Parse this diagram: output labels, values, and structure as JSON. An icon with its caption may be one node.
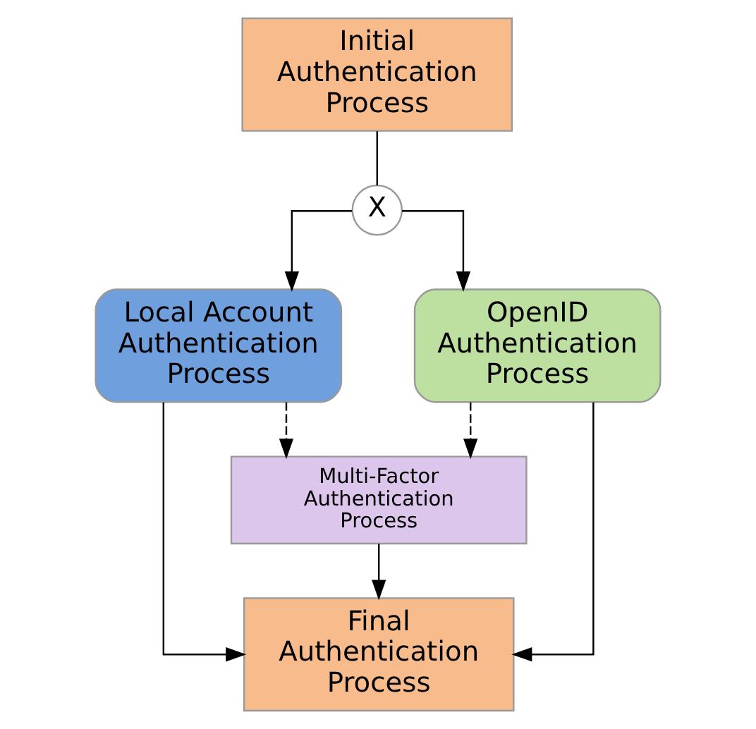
{
  "diagram": {
    "nodes": [
      {
        "text": [
          "Initial Authentication Process"
        ]
      },
      {
        "text": [
          "X"
        ]
      },
      {
        "text": [
          "Local Account Authentication Process"
        ]
      },
      {
        "text": [
          "OpenID Authentication Process"
        ]
      },
      {
        "text": [
          "Multi-Factor Authentication Process"
        ]
      },
      {
        "text": [
          "Final Authentication Process"
        ]
      }
    ],
    "edges": [
      {
        "from": 0,
        "to": 1,
        "arrow": "none"
      },
      {
        "from": 1,
        "to": 2,
        "arrow": "to"
      },
      {
        "from": 1,
        "to": 3,
        "arrow": "to"
      },
      {
        "from": 2,
        "to": 4,
        "arrow": "to",
        "style": "dashed"
      },
      {
        "from": 3,
        "to": 4,
        "arrow": "to",
        "style": "dashed"
      },
      {
        "from": 4,
        "to": 5,
        "arrow": "to"
      },
      {
        "from": 2,
        "to": 5,
        "arrow": "to"
      },
      {
        "from": 3,
        "to": 5,
        "arrow": "to"
      }
    ]
  }
}
